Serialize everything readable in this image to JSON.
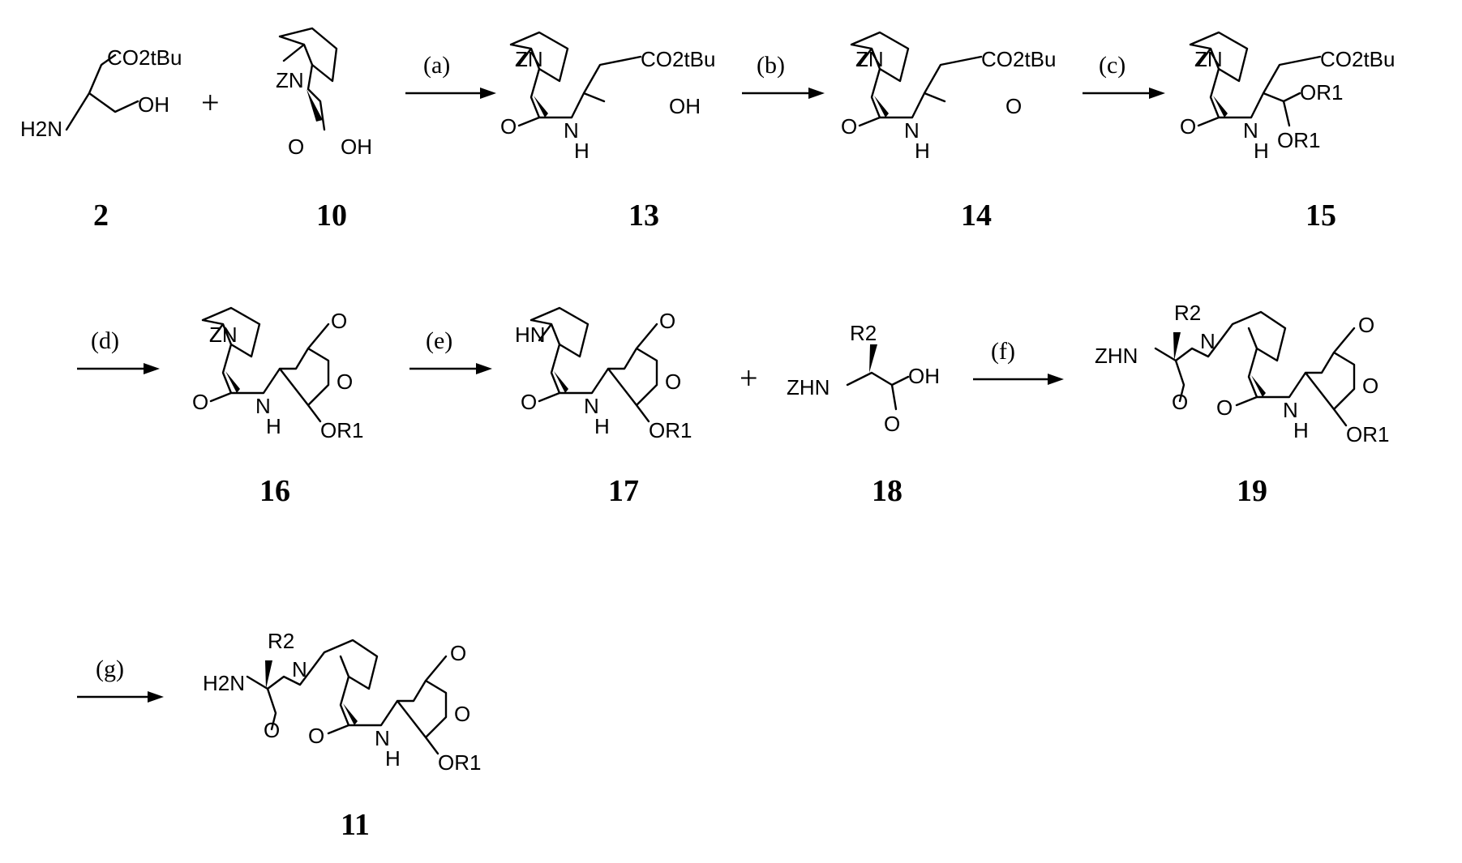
{
  "scheme": {
    "compounds": [
      {
        "id": "2",
        "groups": {
          "ester": "CO2tBu",
          "amine": "H2N",
          "alcohol": "OH"
        }
      },
      {
        "id": "10",
        "groups": {
          "protected_n": "ZN",
          "acid_o": "O",
          "acid_oh": "OH"
        }
      },
      {
        "id": "13",
        "groups": {
          "protected_n": "ZN",
          "ester": "CO2tBu",
          "amide_o": "O",
          "amide_n": "N",
          "amide_h": "H",
          "alcohol": "OH"
        }
      },
      {
        "id": "14",
        "groups": {
          "protected_n": "ZN",
          "ester": "CO2tBu",
          "amide_o": "O",
          "amide_n": "N",
          "amide_h": "H",
          "aldehyde_o": "O"
        }
      },
      {
        "id": "15",
        "groups": {
          "protected_n": "ZN",
          "ester": "CO2tBu",
          "amide_o": "O",
          "amide_n": "N",
          "amide_h": "H",
          "acetal_1": "OR1",
          "acetal_2": "OR1"
        }
      },
      {
        "id": "16",
        "groups": {
          "protected_n": "ZN",
          "lactone_carbonyl": "O",
          "ring_o": "O",
          "amide_o": "O",
          "amide_n": "N",
          "amide_h": "H",
          "alkoxy": "OR1"
        }
      },
      {
        "id": "17",
        "groups": {
          "free_nh": "HN",
          "lactone_carbonyl": "O",
          "ring_o": "O",
          "amide_o": "O",
          "amide_n": "N",
          "amide_h": "H",
          "alkoxy": "OR1"
        }
      },
      {
        "id": "18",
        "groups": {
          "side_chain": "R2",
          "protected_amine": "ZHN",
          "acid_oh": "OH",
          "acid_o": "O"
        }
      },
      {
        "id": "19",
        "groups": {
          "side_chain": "R2",
          "protected_amine": "ZHN",
          "ring_n": "N",
          "lactone_carbonyl": "O",
          "acyl_o": "O",
          "ring_o": "O",
          "amide_o": "O",
          "amide_n": "N",
          "amide_h": "H",
          "alkoxy": "OR1"
        }
      },
      {
        "id": "11",
        "groups": {
          "side_chain": "R2",
          "free_amine": "H2N",
          "ring_n": "N",
          "lactone_carbonyl": "O",
          "acyl_o": "O",
          "ring_o": "O",
          "amide_o": "O",
          "amide_n": "N",
          "amide_h": "H",
          "alkoxy": "OR1"
        }
      }
    ],
    "steps": [
      "(a)",
      "(b)",
      "(c)",
      "(d)",
      "(e)",
      "(f)",
      "(g)"
    ],
    "plus_sign": "+"
  }
}
